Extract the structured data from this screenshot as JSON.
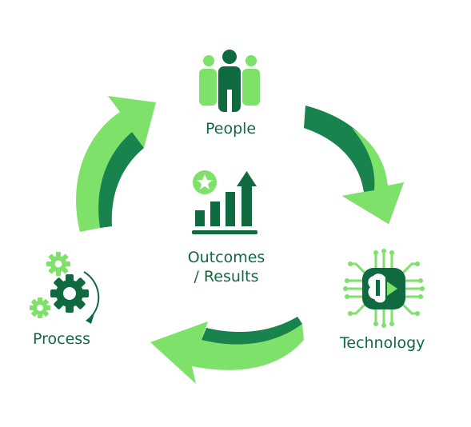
{
  "diagram": {
    "nodes": {
      "people": "People",
      "technology": "Technology",
      "process": "Process",
      "center_line1": "Outcomes",
      "center_line2": "/ Results"
    },
    "colors": {
      "dark_green": "#0f6b3f",
      "mid_green": "#18834c",
      "light_green": "#7ee16a",
      "bright_green": "#6fdc5a"
    },
    "icons": {
      "people": "people-group-icon",
      "technology": "ai-brain-circuit-icon",
      "process": "gears-cycle-icon",
      "center": "growth-chart-star-icon"
    }
  }
}
